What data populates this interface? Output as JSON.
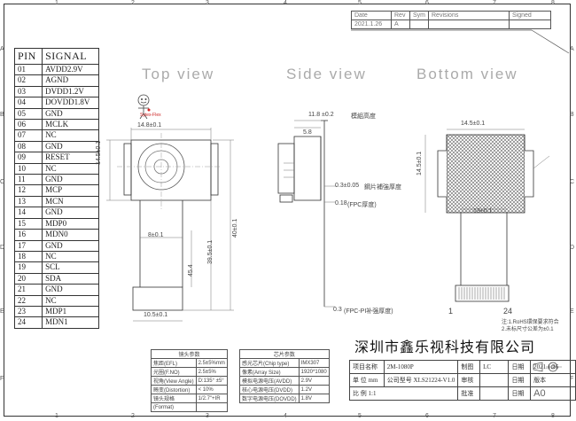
{
  "grid": {
    "cols": [
      "1",
      "2",
      "3",
      "4",
      "5",
      "6",
      "7",
      "8"
    ],
    "rows": [
      "A",
      "B",
      "C",
      "D",
      "E",
      "F"
    ]
  },
  "revision": {
    "headers": [
      "Date",
      "Rev",
      "Sym",
      "Revisions",
      "Signed"
    ],
    "row": [
      "2021.1.26",
      "A",
      "",
      "",
      ""
    ]
  },
  "pin_table": {
    "header_pin": "PIN",
    "header_signal": "SIGNAL",
    "rows": [
      [
        "01",
        "AVDD2.9V"
      ],
      [
        "02",
        "AGND"
      ],
      [
        "03",
        "DVDD1.2V"
      ],
      [
        "04",
        "DOVDD1.8V"
      ],
      [
        "05",
        "GND"
      ],
      [
        "06",
        "MCLK"
      ],
      [
        "07",
        "NC"
      ],
      [
        "08",
        "GND"
      ],
      [
        "09",
        "RESET"
      ],
      [
        "10",
        "NC"
      ],
      [
        "11",
        "GND"
      ],
      [
        "12",
        "MCP"
      ],
      [
        "13",
        "MCN"
      ],
      [
        "14",
        "GND"
      ],
      [
        "15",
        "MDP0"
      ],
      [
        "16",
        "MDN0"
      ],
      [
        "17",
        "GND"
      ],
      [
        "18",
        "NC"
      ],
      [
        "19",
        "SCL"
      ],
      [
        "20",
        "SDA"
      ],
      [
        "21",
        "GND"
      ],
      [
        "22",
        "NC"
      ],
      [
        "23",
        "MDP1"
      ],
      [
        "24",
        "MDN1"
      ]
    ]
  },
  "views": {
    "top": "Top view",
    "side": "Side view",
    "bottom": "Bottom view"
  },
  "dimensions": {
    "top_width": "14.8±0.1",
    "top_height": "14.5±0.1",
    "fpc_width": "8±0.1",
    "fpc_length": "40±0.1",
    "fpc_inner": "39.5±0.1",
    "stiffener": "45.4",
    "tail": "10.5±0.1",
    "side_height": "11.8 ±0.2",
    "side_height_note": "模組高度",
    "side_lens": "5.8",
    "side_thick": "0.3±0.05",
    "side_thick_note": "鋼片補強厚度",
    "side_fpc": "0.18",
    "side_fpc_note": "(FPC厚度)",
    "side_pi": "0.3",
    "side_pi_note": "(FPC-PI补强厚度)",
    "bottom_width": "14.5±0.1",
    "bottom_height": "14.5±0.1",
    "bottom_inner": "13±0.1",
    "pin_first": "1",
    "pin_last": "24"
  },
  "logo_caption": "Sytex-Flex",
  "notes": [
    "注:1.RoHS環保要求符合",
    "2.未标尺寸公差为±0.1"
  ],
  "lens_spec": {
    "title": "镜头参数",
    "rows": [
      [
        "焦距(EFL)",
        "2.5±5%mm"
      ],
      [
        "光圈(F.NO)",
        "2.5±5%"
      ],
      [
        "视角(View Angle)",
        "D:135° ±5°"
      ],
      [
        "畸变(Distortion)",
        "< 10%"
      ],
      [
        "镜头规格",
        "1/2.7\"+IR"
      ],
      [
        "(Format)",
        ""
      ]
    ]
  },
  "chip_spec": {
    "title": "芯片参数",
    "rows": [
      [
        "感光芯片(Chip type)",
        "IMX307"
      ],
      [
        "像素(Array Size)",
        "1920*1080"
      ],
      [
        "模拟电源电压(AVDD)",
        "2.9V"
      ],
      [
        "核心电源电压(DVDD)",
        "1.2V"
      ],
      [
        "数字电源电压(DOVDD)",
        "1.8V"
      ]
    ]
  },
  "company": "深圳市鑫乐视科技有限公司",
  "title_block": {
    "project_label": "项目名称",
    "project_value": "2M-1080P",
    "drawn_label": "制图",
    "drawn_value": "LC",
    "date_label": "日期",
    "date_value": "2021.1.26",
    "unit_label": "单 位 mm",
    "code_label": "公司型号",
    "code_value": "XLS21224-V1.0",
    "review_label": "审核",
    "date2_label": "日期",
    "version_label": "版本",
    "scale_label": "比 例 1:1",
    "approve_label": "批准",
    "date3_label": "日期",
    "size_value": "A0"
  }
}
